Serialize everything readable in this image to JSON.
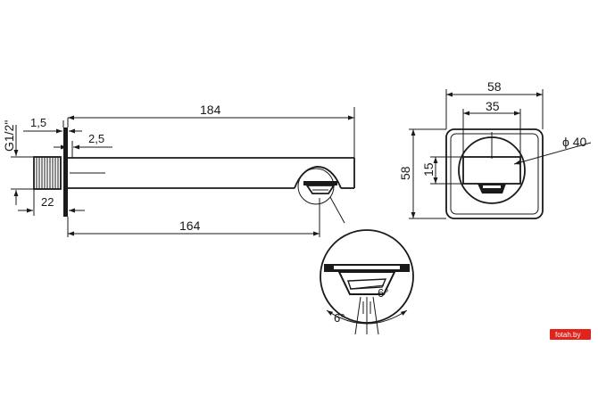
{
  "side_view": {
    "thread_label": "G1/2\"",
    "dim_flange": "1,5",
    "dim_step": "2,5",
    "dim_total_length": "184",
    "dim_inner_length": "164",
    "dim_thread_length": "22"
  },
  "front_view": {
    "dim_outer_width": "58",
    "dim_inner_width": "35",
    "dim_outer_height": "58",
    "dim_inner_height": "15",
    "dim_circle_diameter": "ϕ 40"
  },
  "detail_view": {
    "angle_left": "6°",
    "angle_right": "6°"
  },
  "watermark": {
    "text": "fotah.by",
    "color": "#e0231b"
  }
}
